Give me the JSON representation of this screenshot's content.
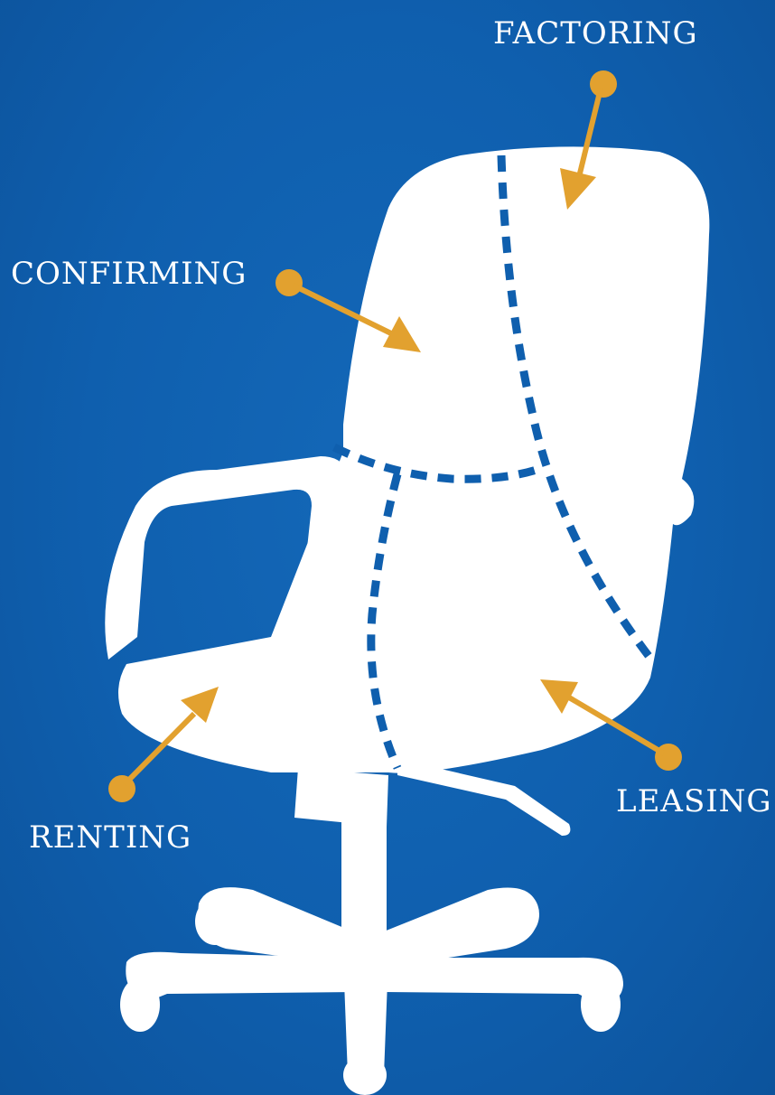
{
  "colors": {
    "background": "#0f5fae",
    "chair": "#ffffff",
    "seam": "#0f5fae",
    "arrow": "#e2a12f"
  },
  "labels": {
    "factoring": "FACTORING",
    "confirming": "CONFIRMING",
    "renting": "RENTING",
    "leasing": "LEASING"
  }
}
